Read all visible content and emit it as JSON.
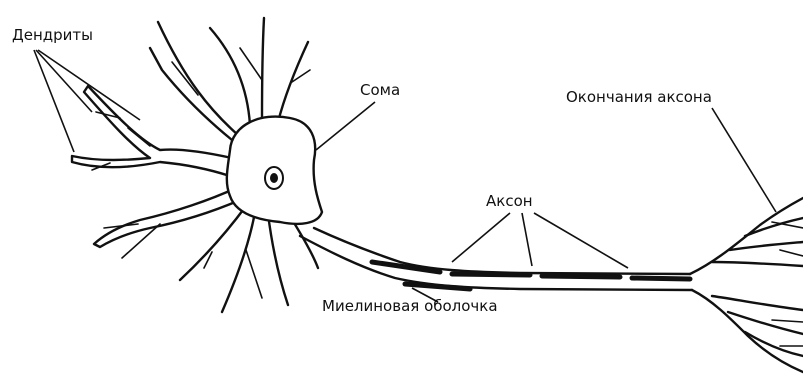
{
  "labels": {
    "dendrites": "Дендриты",
    "soma": "Сома",
    "axon_terminals": "Окончания аксона",
    "axon": "Аксон",
    "myelin_sheath": "Миелиновая оболочка"
  },
  "colors": {
    "ink": "#111111",
    "background": "#ffffff"
  }
}
